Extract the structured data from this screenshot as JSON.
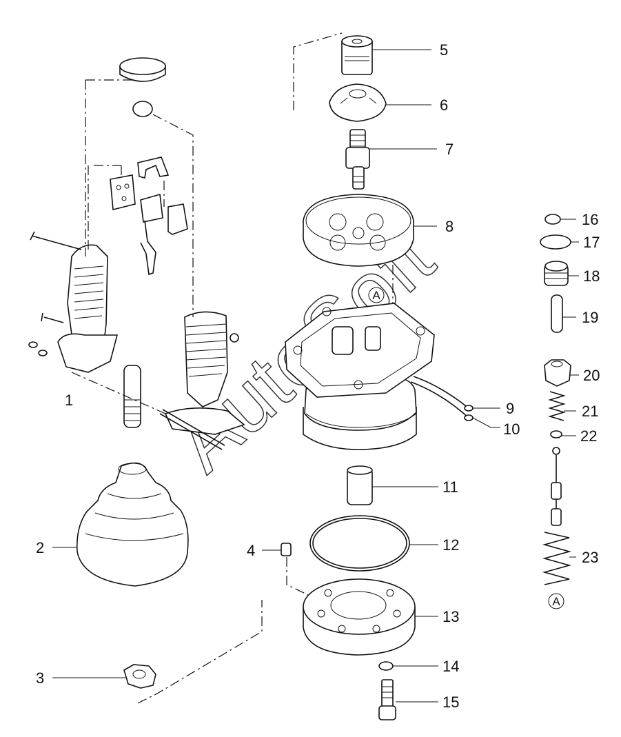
{
  "callouts": [
    "1",
    "2",
    "3",
    "4",
    "5",
    "6",
    "7",
    "8",
    "9",
    "10",
    "11",
    "12",
    "13",
    "14",
    "15",
    "16",
    "17",
    "18",
    "19",
    "20",
    "21",
    "22",
    "23"
  ],
  "reference_marks": [
    "A",
    "A"
  ],
  "watermark": "AutoSoft"
}
